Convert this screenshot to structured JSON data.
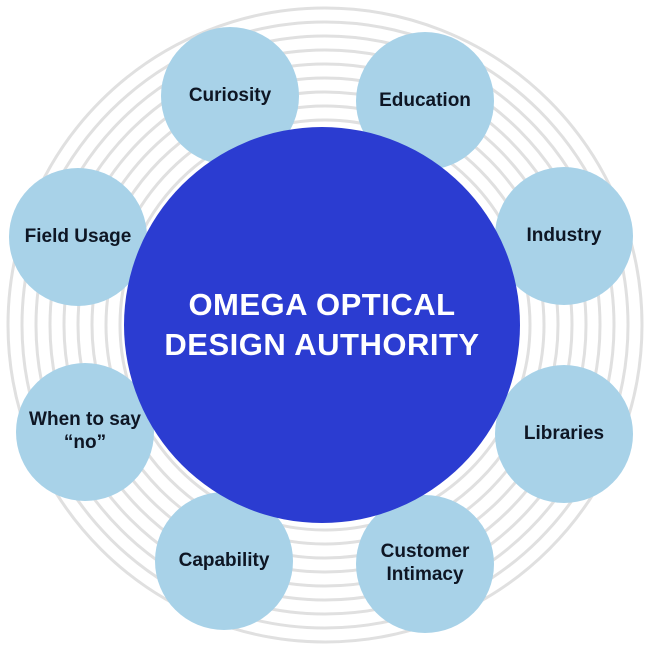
{
  "diagram": {
    "center": {
      "title_line1": "OMEGA OPTICAL",
      "title_line2": "DESIGN AUTHORITY"
    },
    "satellites": [
      {
        "id": "curiosity",
        "label": "Curiosity"
      },
      {
        "id": "education",
        "label": "Education"
      },
      {
        "id": "industry",
        "label": "Industry"
      },
      {
        "id": "libraries",
        "label": "Libraries"
      },
      {
        "id": "customer-intimacy",
        "label": "Customer Intimacy"
      },
      {
        "id": "capability",
        "label": "Capability"
      },
      {
        "id": "when-to-say-no",
        "label": "When to say “no”"
      },
      {
        "id": "field-usage",
        "label": "Field Usage"
      }
    ],
    "colors": {
      "center_fill": "#2b3cd1",
      "center_text": "#ffffff",
      "satellite_fill": "#a8d2e8",
      "satellite_text": "#0e1624",
      "ring_stroke": "#e0e0e0",
      "background": "#ffffff"
    }
  }
}
